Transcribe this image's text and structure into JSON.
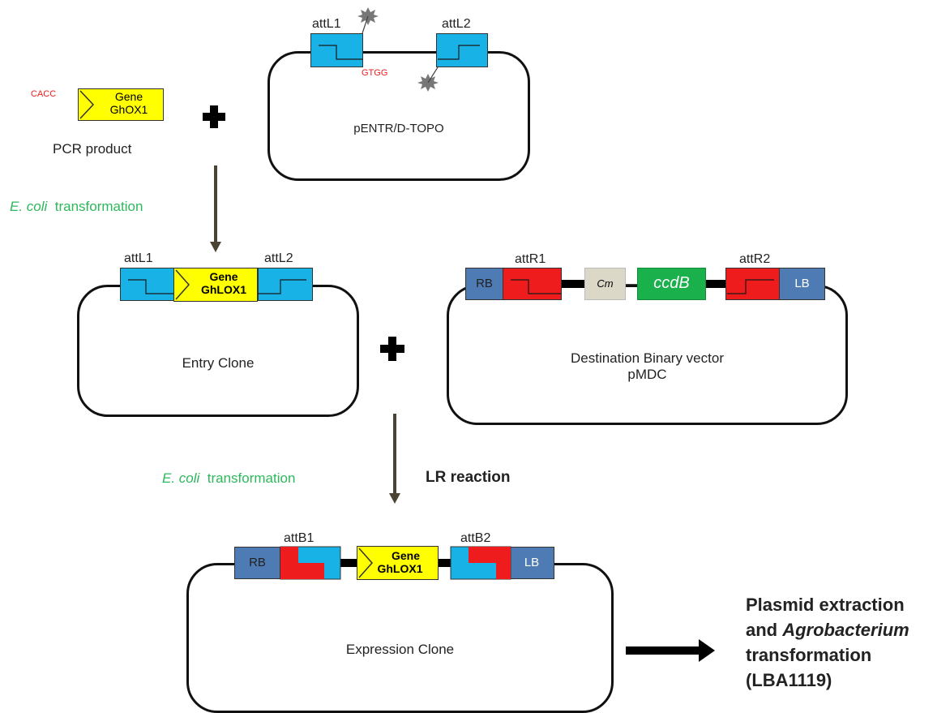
{
  "step1": {
    "pcr_left_seq": "CACC",
    "pcr_gene_line1": "Gene",
    "pcr_gene_line2": "GhOX1",
    "pcr_caption": "PCR product",
    "topo_site1": "attL1",
    "topo_site2": "attL2",
    "topo_overhang": "GTGG",
    "topo_name": "pENTR/D-TOPO"
  },
  "transform1": {
    "organism": "E. coli",
    "word": "transformation"
  },
  "entry": {
    "site1": "attL1",
    "site2": "attL2",
    "gene_line1": "Gene",
    "gene_line2": "GhLOX1",
    "name": "Entry Clone"
  },
  "destination": {
    "rb": "RB",
    "lb": "LB",
    "site1": "attR1",
    "site2": "attR2",
    "cm": "Cm",
    "ccdb": "ccdB",
    "name_line1": "Destination Binary vector",
    "name_line2": "pMDC"
  },
  "transform2": {
    "organism": "E. coli",
    "word": "transformation"
  },
  "lr": {
    "label": "LR reaction"
  },
  "expression": {
    "rb": "RB",
    "lb": "LB",
    "site1": "attB1",
    "site2": "attB2",
    "gene_line1": "Gene",
    "gene_line2": "GhLOX1",
    "name": "Expression Clone"
  },
  "final": {
    "line1": "Plasmid extraction",
    "line2_pre": "and ",
    "line2_italic": "Agrobacterium",
    "line3": "transformation",
    "line4": "(LBA1119)"
  },
  "colors": {
    "att_blue": "#19b2e6",
    "att_red": "#ee1c1c",
    "border_slate": "#4f7bb4",
    "gene_yellow": "#ffff00",
    "ccdb_green": "#1ab04c",
    "cm_beige": "#dcd8c8",
    "transform_green": "#2eb85c",
    "arrow_brown": "#4a4232"
  }
}
